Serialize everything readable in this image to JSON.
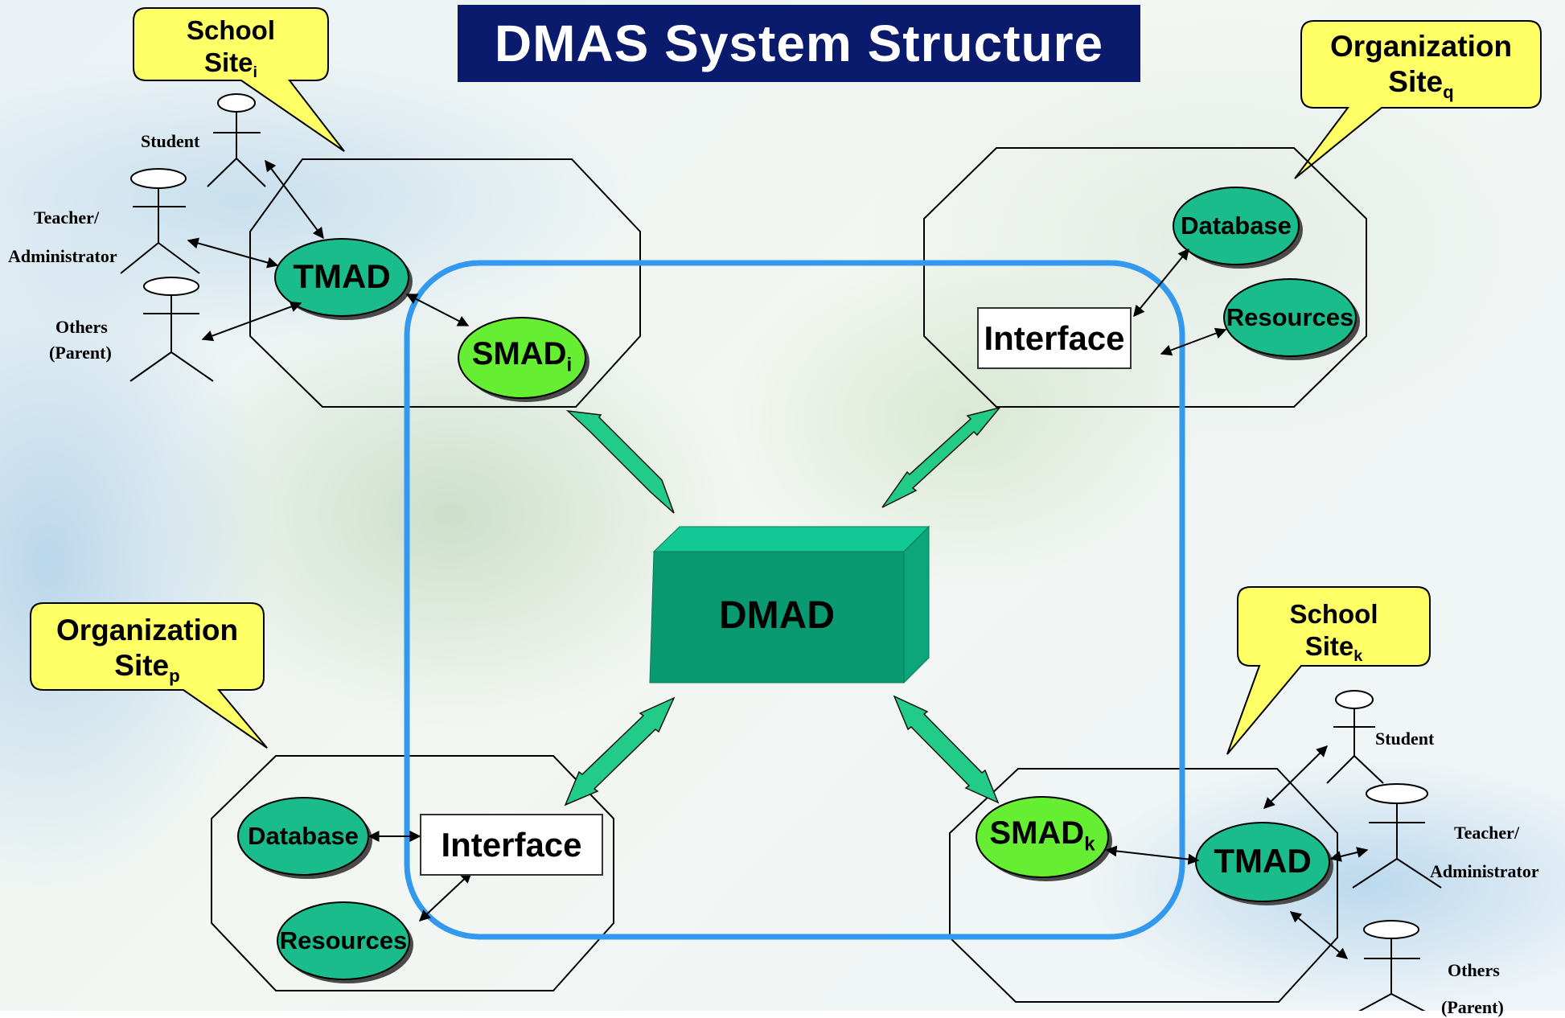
{
  "title": "DMAS System Structure",
  "center": {
    "label": "DMAD"
  },
  "callouts": {
    "school_i": {
      "line1": "School",
      "line2": "Site",
      "sub": "i"
    },
    "org_q": {
      "line1": "Organization",
      "line2": "Site",
      "sub": "q"
    },
    "org_p": {
      "line1": "Organization",
      "line2": "Site",
      "sub": "p"
    },
    "school_k": {
      "line1": "School",
      "line2": "Site",
      "sub": "k"
    }
  },
  "school_site_i": {
    "tmad": "TMAD",
    "smad": {
      "label": "SMAD",
      "sub": "i"
    },
    "actors": {
      "student": "Student",
      "teacher_1": "Teacher/",
      "teacher_2": "Administrator",
      "others_1": "Others",
      "others_2": "(Parent)"
    }
  },
  "org_site_q": {
    "database": "Database",
    "resources": "Resources",
    "interface": "Interface"
  },
  "org_site_p": {
    "database": "Database",
    "resources": "Resources",
    "interface": "Interface"
  },
  "school_site_k": {
    "tmad": "TMAD",
    "smad": {
      "label": "SMAD",
      "sub": "k"
    },
    "actors": {
      "student": "Student",
      "teacher_1": "Teacher/",
      "teacher_2": "Administrator",
      "others_1": "Others",
      "others_2": "(Parent)"
    }
  },
  "colors": {
    "title_bg": "#0a1a6c",
    "callout_fill": "#ffff66",
    "ellipse_teal": "#1abc8c",
    "ellipse_lime": "#66ee33",
    "dmad_front": "#0a9a72",
    "dmad_top": "#12c894",
    "frame_blue": "#3399ee",
    "arrow_green": "#22cc88"
  }
}
